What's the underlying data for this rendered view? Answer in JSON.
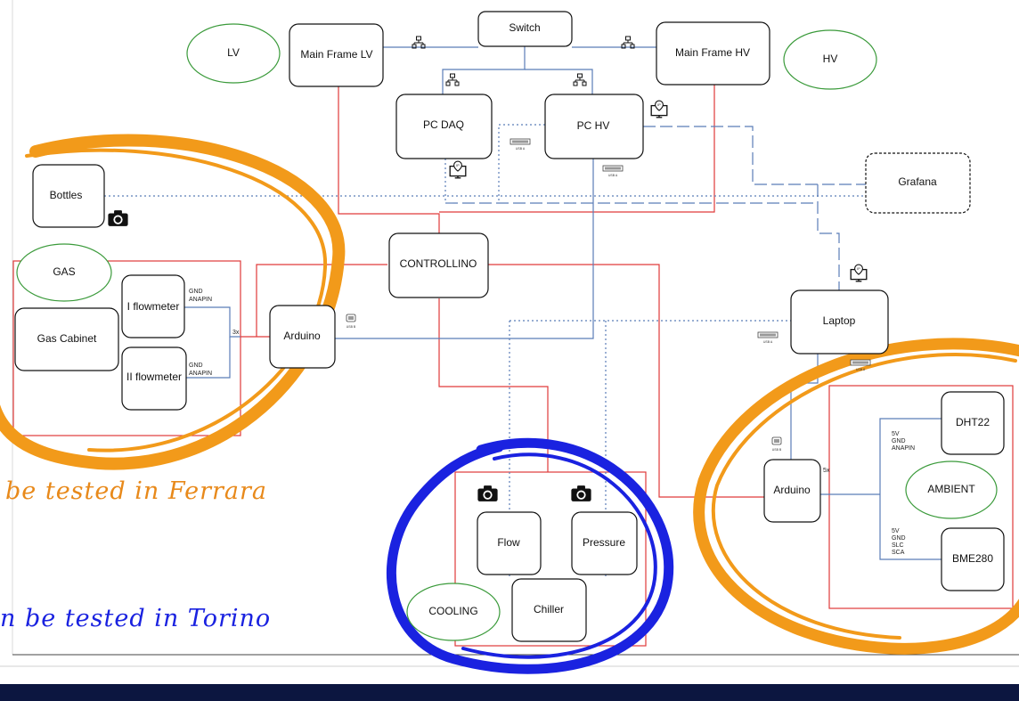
{
  "nodes": {
    "switch": "Switch",
    "main_frame_lv": "Main Frame LV",
    "main_frame_hv": "Main Frame HV",
    "lv": "LV",
    "hv": "HV",
    "pc_daq": "PC DAQ",
    "pc_hv": "PC HV",
    "bottles": "Bottles",
    "grafana": "Grafana",
    "controllino": "CONTROLLINO",
    "gas": "GAS",
    "gas_cabinet": "Gas Cabinet",
    "i_flowmeter": "I flowmeter",
    "ii_flowmeter": "II flowmeter",
    "arduino_left": "Arduino",
    "laptop": "Laptop",
    "arduino_right": "Arduino",
    "dht22": "DHT22",
    "ambient": "AMBIENT",
    "bme280": "BME280",
    "flow": "Flow",
    "pressure": "Pressure",
    "chiller": "Chiller",
    "cooling": "COOLING"
  },
  "pin_labels": {
    "gnd": "GND",
    "anapin": "ANAPIN",
    "three_x": "3x",
    "five_x": "5x",
    "five_v": "5V",
    "slc": "SLC",
    "sca": "SCA"
  },
  "usb_labels": {
    "usb_a": "USB A",
    "usb_b": "USB B"
  },
  "annotations": {
    "ferrara": "be tested in Ferrara",
    "torino": "n be tested in Torino"
  },
  "colors": {
    "red_line": "#e03a3a",
    "blue_line": "#5a7db8",
    "green_ellipse": "#3a9a3a",
    "orange_highlight": "#f29a1a",
    "blue_highlight": "#1a22e0",
    "bottom_bar": "#0c1640"
  },
  "icons": [
    "network-icon",
    "ip-monitor-icon",
    "camera-icon",
    "usb-port-icon"
  ]
}
